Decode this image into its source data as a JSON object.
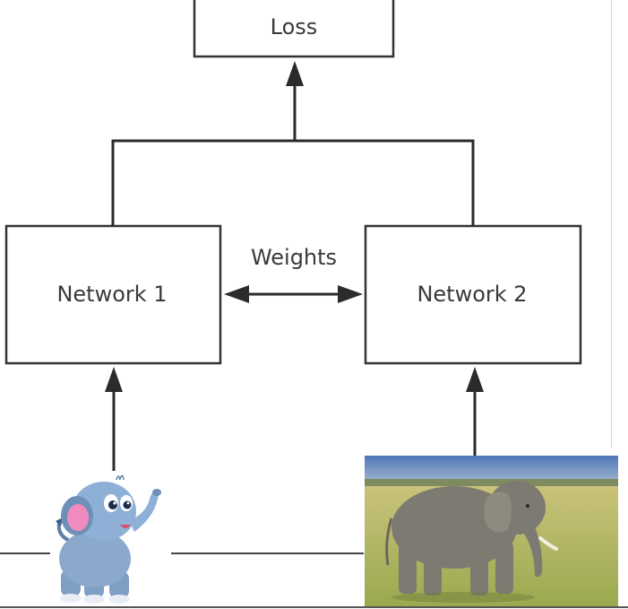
{
  "diagram": {
    "nodes": {
      "loss": "Loss",
      "network1": "Network 1",
      "network2": "Network 2"
    },
    "edge_labels": {
      "shared_weights": "Weights"
    },
    "colors": {
      "box_stroke": "#333333",
      "text": "#3a3a3a",
      "arrow": "#2b2b2b"
    }
  },
  "images": {
    "input_left": "cartoon-elephant-icon",
    "input_right": "elephant-photo"
  }
}
